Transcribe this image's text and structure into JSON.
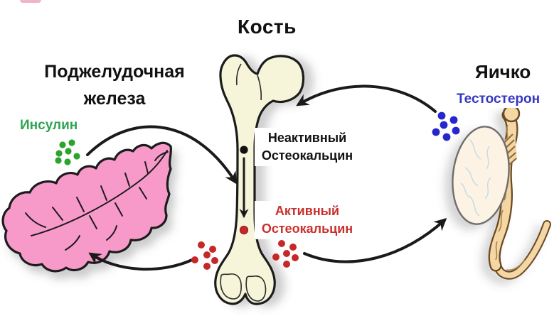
{
  "labels": {
    "bone_title": "Кость",
    "pancreas_title_line1": "Поджелудочная",
    "pancreas_title_line2": "железа",
    "testis_title": "Яичко",
    "insulin": "Инсулин",
    "testosterone": "Тестостерон",
    "inactive_osteocalcin_line1": "Неактивный",
    "inactive_osteocalcin_line2": "Остеокальцин",
    "active_osteocalcin_line1": "Активный",
    "active_osteocalcin_line2": "Остеокальцин"
  },
  "colors": {
    "insulin_text_green": "#2fa352",
    "insulin_dot_green": "#2ca42c",
    "testosterone_text_blue": "#3636c2",
    "testosterone_dot_blue": "#2626cd",
    "active_osteocalcin_red": "#c9302c",
    "osteocalcin_dot_red": "#c62828",
    "inactive_osteocalcin_black": "#111111",
    "bone_fill": "#f6f4d9",
    "pancreas_fill": "#f79aca",
    "testis_fill": "#fdf3e4",
    "epididymis_fill": "#f5d7a5",
    "outline": "#1a1a1a"
  },
  "figures": [
    {
      "name": "pancreas-illustration",
      "label": "Поджелудочная железа"
    },
    {
      "name": "bone-illustration",
      "label": "Кость"
    },
    {
      "name": "testis-illustration",
      "label": "Яичко"
    }
  ],
  "molecules": {
    "insulin_dots": {
      "count": 7,
      "color": "#2ca42c"
    },
    "testosterone_dots": {
      "count": 6,
      "color": "#2626cd"
    },
    "active_osteocalcin_dots_left": {
      "count": 6,
      "color": "#c62828"
    },
    "active_osteocalcin_dots_right": {
      "count": 6,
      "color": "#c62828"
    },
    "inactive_osteocalcin_dot_on_bone": {
      "count": 1,
      "color": "#111111"
    },
    "active_osteocalcin_dot_on_bone": {
      "count": 1,
      "color": "#c62828"
    }
  },
  "arrows": [
    {
      "from": "insulin (pancreas)",
      "to": "bone"
    },
    {
      "from": "testosterone (testis)",
      "to": "bone"
    },
    {
      "from": "inactive osteocalcin",
      "to": "active osteocalcin",
      "note": "inside bone"
    },
    {
      "from": "active osteocalcin",
      "to": "pancreas"
    },
    {
      "from": "active osteocalcin",
      "to": "testis"
    }
  ]
}
